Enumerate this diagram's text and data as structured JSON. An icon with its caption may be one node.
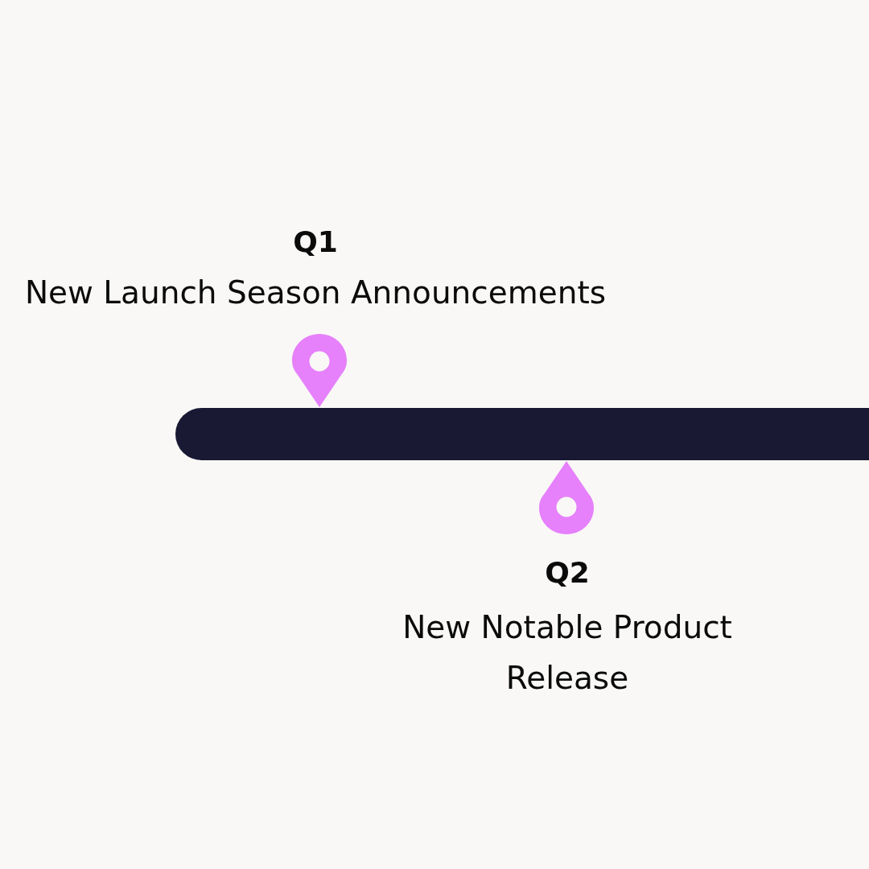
{
  "diagram": {
    "nodes": [
      {
        "text": [],
        "shape": "bar"
      }
    ],
    "labels": [
      "Q1",
      "New Launch Season Announcements",
      "Q2",
      "New Notable Product Release"
    ]
  }
}
